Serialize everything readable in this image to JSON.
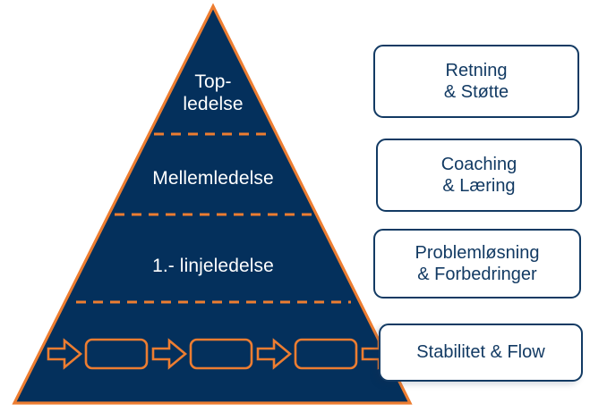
{
  "colors": {
    "pyramid_fill": "#04305c",
    "pyramid_outline": "#ed7d31",
    "divider": "#ed7d31",
    "callout_border": "#123a63",
    "callout_text": "#123a63",
    "tier_text": "#ffffff",
    "canvas": "#ffffff"
  },
  "pyramid": {
    "name": "ledelsespyramide",
    "tiers": [
      {
        "id": "top-ledelse",
        "label": "Top-\nledelse",
        "level": 1
      },
      {
        "id": "mellemledelse",
        "label": "Mellemledelse",
        "level": 2
      },
      {
        "id": "linjeledelse",
        "label": "1.- linjeledelse",
        "level": 3
      },
      {
        "id": "process-flow",
        "label": "",
        "level": 4
      }
    ],
    "dividers": 3
  },
  "flow": {
    "arrows": 4,
    "boxes": 3,
    "box_labels": [
      "",
      "",
      ""
    ]
  },
  "callouts": [
    {
      "id": "retning-stotte",
      "label": "Retning\n& Støtte"
    },
    {
      "id": "coaching-laering",
      "label": "Coaching\n& Læring"
    },
    {
      "id": "problemlosning",
      "label": "Problemløsning\n& Forbedringer"
    },
    {
      "id": "stabilitet-flow",
      "label": "Stabilitet & Flow"
    }
  ]
}
